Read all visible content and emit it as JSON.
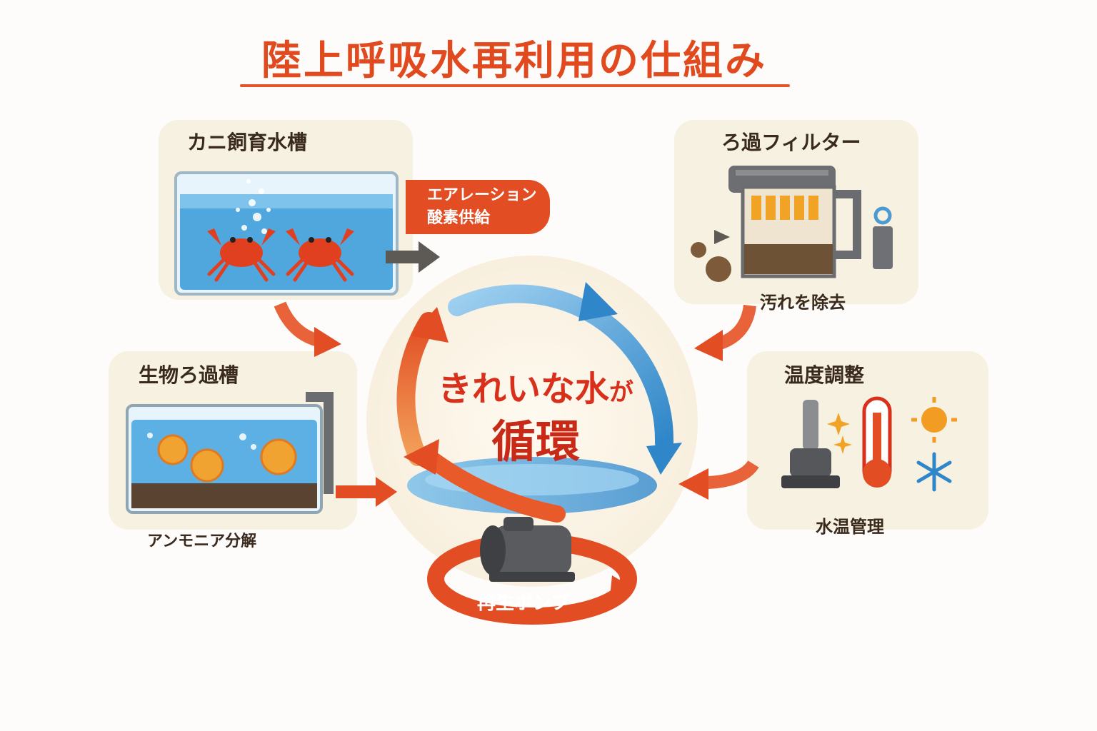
{
  "title": "陸上呼吸水再利用の仕組み",
  "center": {
    "line1": "きれいな水",
    "line1_suffix": "が",
    "line2": "循環"
  },
  "crab_tank": {
    "label": "カニ飼育水槽",
    "tag_line1": "エアレーション",
    "tag_line2": "酸素供給"
  },
  "filter": {
    "label": "ろ過フィルター",
    "caption": "汚れを除去"
  },
  "bio_tank": {
    "label": "生物ろ過槽",
    "caption": "アンモニア分解"
  },
  "temperature": {
    "label": "温度調整",
    "caption": "水温管理"
  },
  "pump": {
    "label": "再生ポンプ"
  },
  "colors": {
    "accent": "#e04a1e",
    "water": "#4ea6dc",
    "card": "#f7f1e2",
    "flow_red": "#e24d24",
    "flow_blue": "#2f86c8"
  },
  "icons": [
    "crab-icon",
    "filter-icon",
    "thermometer-icon",
    "heater-icon",
    "sun-icon",
    "snowflake-icon",
    "pump-icon",
    "bacteria-icon"
  ]
}
